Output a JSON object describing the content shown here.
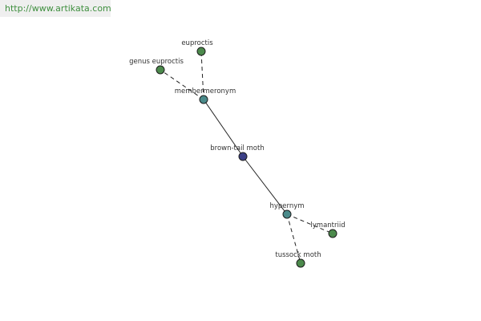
{
  "site": {
    "url": "http://www.artikata.com"
  },
  "graph": {
    "center": {
      "label": "brown-tail moth",
      "color": "#3b3f86"
    },
    "relations": [
      {
        "label": "membermeronym",
        "color": "#4a8a8a",
        "children": [
          {
            "label": "euproctis",
            "color": "#4c8a4c"
          },
          {
            "label": "genus euproctis",
            "color": "#4c8a4c"
          }
        ]
      },
      {
        "label": "hypernym",
        "color": "#4a8a8a",
        "children": [
          {
            "label": "lymantriid",
            "color": "#4c8a4c"
          },
          {
            "label": "tussock moth",
            "color": "#4c8a4c"
          }
        ]
      }
    ],
    "colors": {
      "solid_edge": "#222222",
      "dashed_edge": "#222222",
      "node_stroke": "#1e1e1e",
      "label_text": "#333333",
      "url_text": "#3f8f3f",
      "url_bg": "#efefef"
    }
  }
}
